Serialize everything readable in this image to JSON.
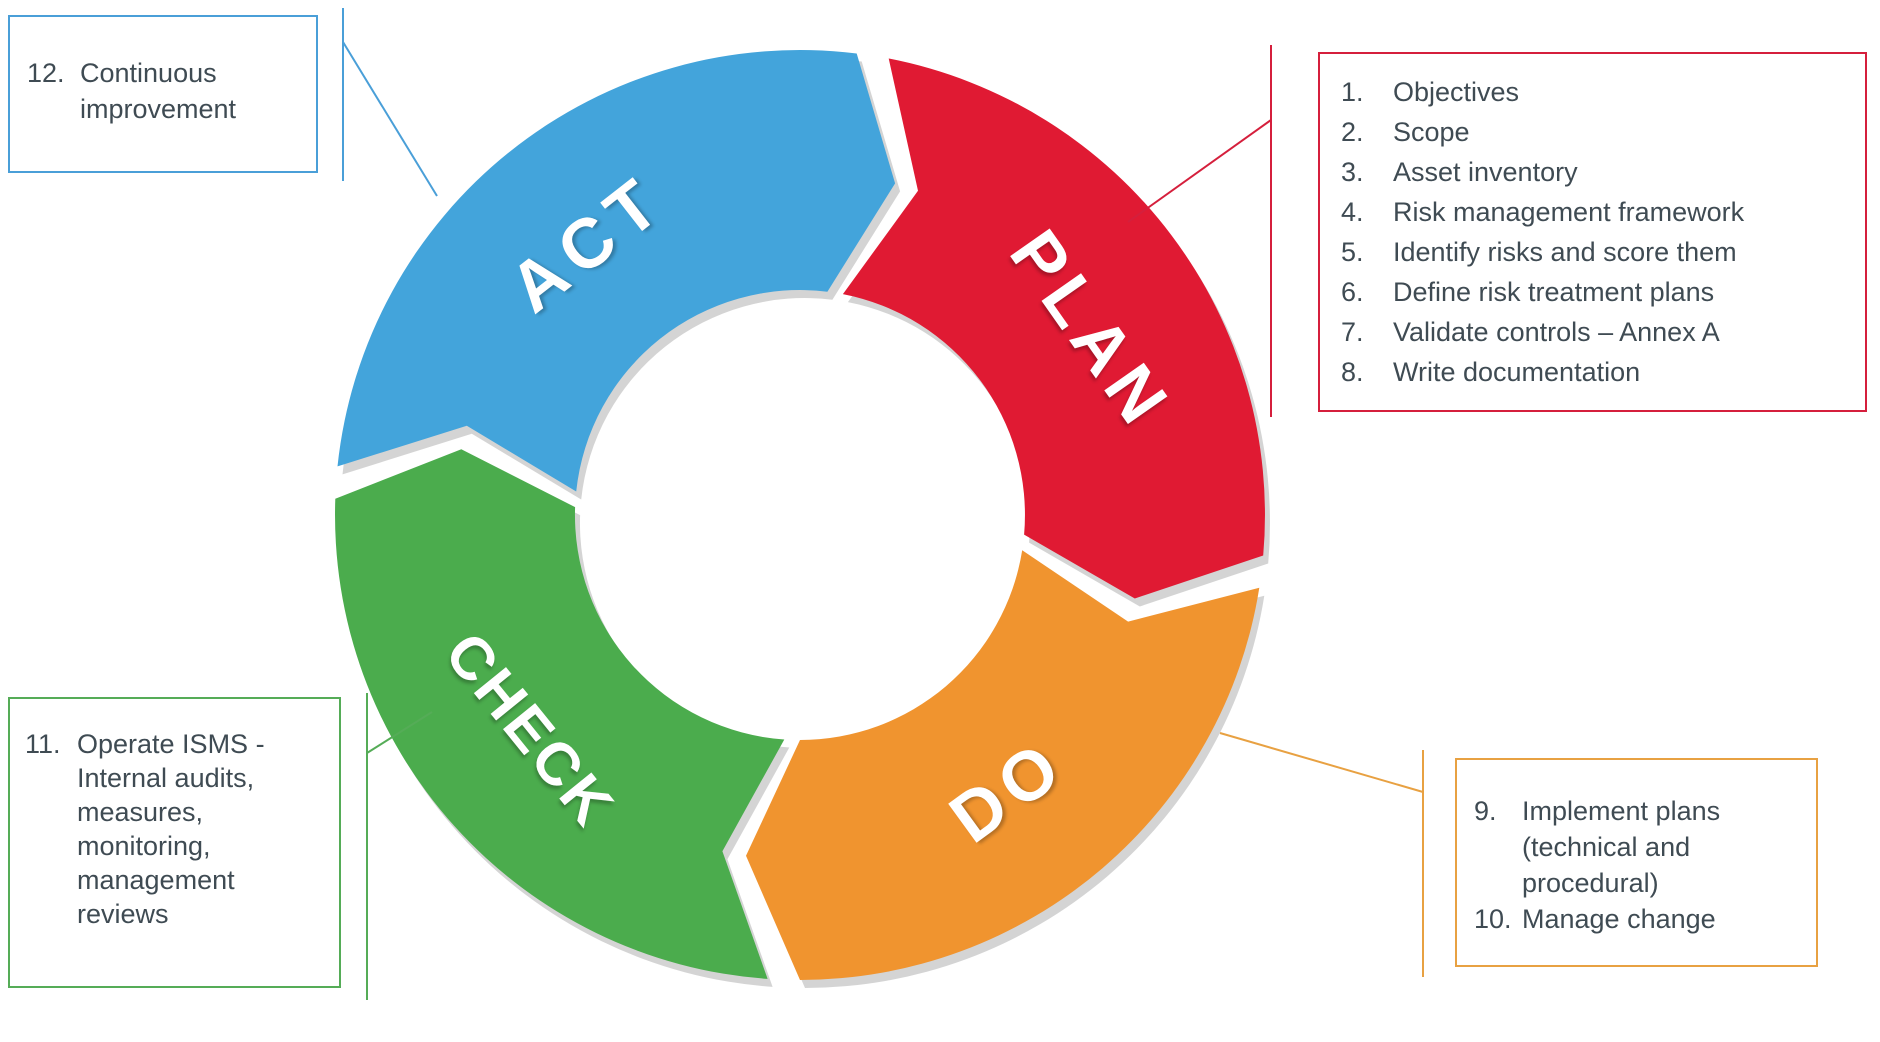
{
  "colors": {
    "plan_red": "#E01A33",
    "do_orange": "#F0942F",
    "check_green": "#4BAC4D",
    "act_blue": "#43A4DB",
    "shadow_gray": "#C5C5C5",
    "text_dark": "#3F4B53"
  },
  "cycle": {
    "segments": [
      {
        "id": "plan",
        "label": "PLAN",
        "color": "#E01A33"
      },
      {
        "id": "do",
        "label": "DO",
        "color": "#F0942F"
      },
      {
        "id": "check",
        "label": "CHECK",
        "color": "#4BAC4D"
      },
      {
        "id": "act",
        "label": "ACT",
        "color": "#43A4DB"
      }
    ]
  },
  "callouts": {
    "plan": {
      "border_color": "#D51F3C",
      "items": [
        {
          "num": "1.",
          "text": "Objectives"
        },
        {
          "num": "2.",
          "text": "Scope"
        },
        {
          "num": "3.",
          "text": "Asset inventory"
        },
        {
          "num": "4.",
          "text": "Risk management framework"
        },
        {
          "num": "5.",
          "text": "Identify risks and score them"
        },
        {
          "num": "6.",
          "text": "Define risk treatment plans"
        },
        {
          "num": "7.",
          "text": "Validate controls – Annex A"
        },
        {
          "num": "8.",
          "text": "Write documentation"
        }
      ]
    },
    "do": {
      "border_color": "#E8A142",
      "items": [
        {
          "num": "9.",
          "text": "Implement plans\n(technical and\nprocedural)"
        },
        {
          "num": "10.",
          "text": "Manage change"
        }
      ]
    },
    "check": {
      "border_color": "#55AC57",
      "items": [
        {
          "num": "11.",
          "text": "Operate ISMS -\nInternal audits,\nmeasures,\nmonitoring,\nmanagement\nreviews"
        }
      ]
    },
    "act": {
      "border_color": "#4A9FD8",
      "items": [
        {
          "num": "12.",
          "text": "Continuous\nimprovement"
        }
      ]
    }
  }
}
